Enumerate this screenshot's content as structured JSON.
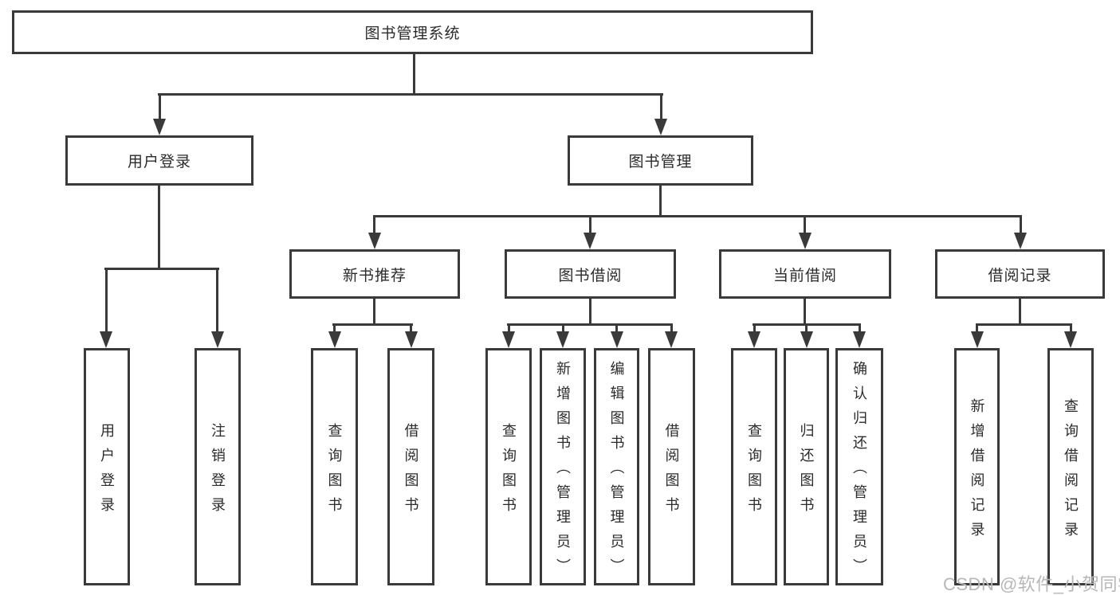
{
  "tree": {
    "root": {
      "label": "图书管理系统",
      "children": [
        {
          "label": "用户登录",
          "children": [
            {
              "label": "用户登录"
            },
            {
              "label": "注销登录"
            }
          ]
        },
        {
          "label": "图书管理",
          "children": [
            {
              "label": "新书推荐",
              "children": [
                {
                  "label": "查询图书"
                },
                {
                  "label": "借阅图书"
                }
              ]
            },
            {
              "label": "图书借阅",
              "children": [
                {
                  "label": "查询图书"
                },
                {
                  "label": "新增图书（管理员）"
                },
                {
                  "label": "编辑图书（管理员）"
                },
                {
                  "label": "借阅图书"
                }
              ]
            },
            {
              "label": "当前借阅",
              "children": [
                {
                  "label": "查询图书"
                },
                {
                  "label": "归还图书"
                },
                {
                  "label": "确认归还（管理员）"
                }
              ]
            },
            {
              "label": "借阅记录",
              "children": [
                {
                  "label": "新增借阅记录"
                },
                {
                  "label": "查询借阅记录"
                }
              ]
            }
          ]
        }
      ]
    }
  },
  "watermark": {
    "text": "CSDN @软件_小贺同学"
  },
  "colors": {
    "line": "#3a3a3a",
    "text": "#2b2b2b",
    "watermark": "#b7b7b7",
    "background": "#ffffff"
  }
}
